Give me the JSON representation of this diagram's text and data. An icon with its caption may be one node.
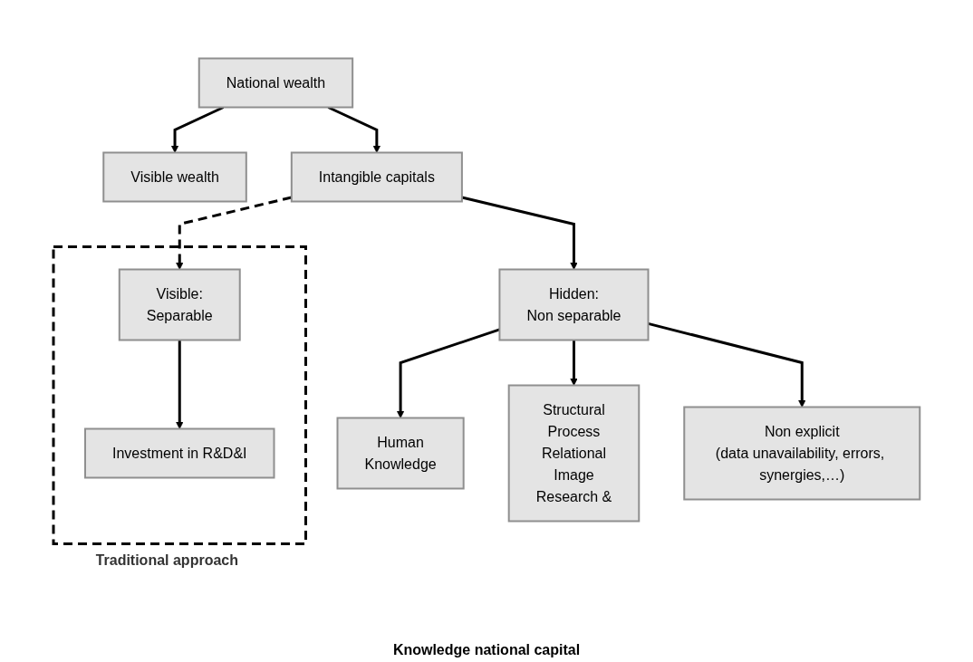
{
  "diagram": {
    "nodes": [
      {
        "text": [
          "National wealth"
        ]
      },
      {
        "text": [
          "Visible wealth"
        ]
      },
      {
        "text": [
          "Intangible capitals"
        ]
      },
      {
        "text": [
          "Traditional approach"
        ]
      },
      {
        "text": [
          "Visible:",
          "Separable"
        ],
        "in": 3
      },
      {
        "text": [
          "Investment in R&D&I"
        ],
        "in": 3
      },
      {
        "text": [
          "Hidden:",
          "Non separable"
        ]
      },
      {
        "text": [
          "Human",
          "Knowledge"
        ]
      },
      {
        "text": [
          "Structural",
          "Process",
          "Relational",
          "Image",
          "Research &"
        ]
      },
      {
        "text": [
          "Non explicit",
          "(data unavailability, errors, synergies,…)"
        ]
      }
    ],
    "edges": [
      {
        "from": 0,
        "to": 1,
        "arrow": "to"
      },
      {
        "from": 0,
        "to": 2,
        "arrow": "to"
      },
      {
        "from": 2,
        "to": 4,
        "arrow": "to",
        "style": "dashed"
      },
      {
        "from": 4,
        "to": 5,
        "arrow": "to"
      },
      {
        "from": 2,
        "to": 6,
        "arrow": "to"
      },
      {
        "from": 6,
        "to": 7,
        "arrow": "to"
      },
      {
        "from": 6,
        "to": 8,
        "arrow": "to"
      },
      {
        "from": 6,
        "to": 9,
        "arrow": "to"
      }
    ],
    "labels": [
      "Knowledge national capital"
    ]
  }
}
